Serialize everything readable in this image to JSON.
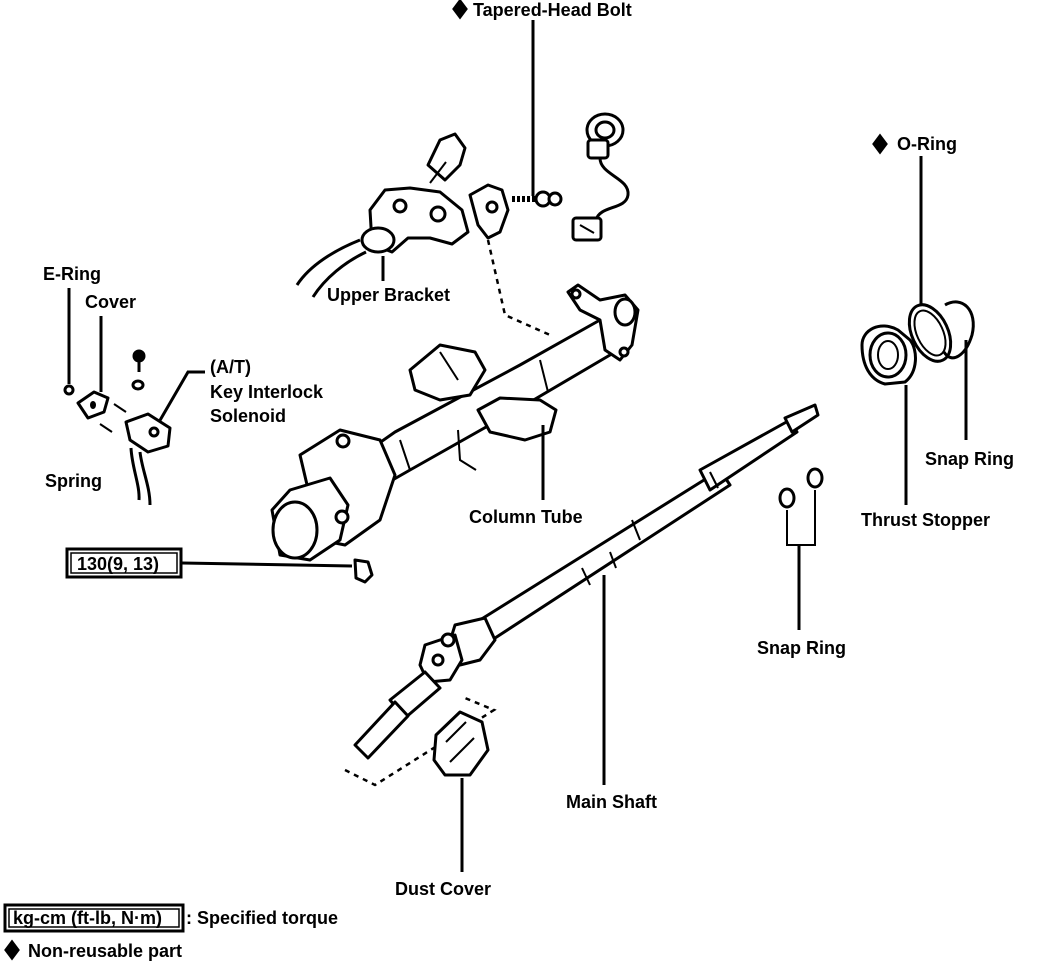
{
  "labels": {
    "tapered_head_bolt": "Tapered-Head Bolt",
    "o_ring": "O-Ring",
    "e_ring": "E-Ring",
    "cover": "Cover",
    "upper_bracket": "Upper Bracket",
    "at": "(A/T)",
    "key_interlock": "Key Interlock",
    "solenoid": "Solenoid",
    "spring": "Spring",
    "snap_ring_upper": "Snap Ring",
    "thrust_stopper": "Thrust Stopper",
    "column_tube": "Column Tube",
    "torque_value": "130(9, 13)",
    "snap_ring_lower": "Snap Ring",
    "main_shaft": "Main Shaft",
    "dust_cover": "Dust Cover"
  },
  "legend": {
    "torque_unit": "kg-cm (ft-lb, N·m)",
    "torque_desc": ": Specified torque",
    "nonreusable": "Non-reusable part"
  },
  "colors": {
    "ink": "#000000",
    "paper": "#ffffff"
  }
}
